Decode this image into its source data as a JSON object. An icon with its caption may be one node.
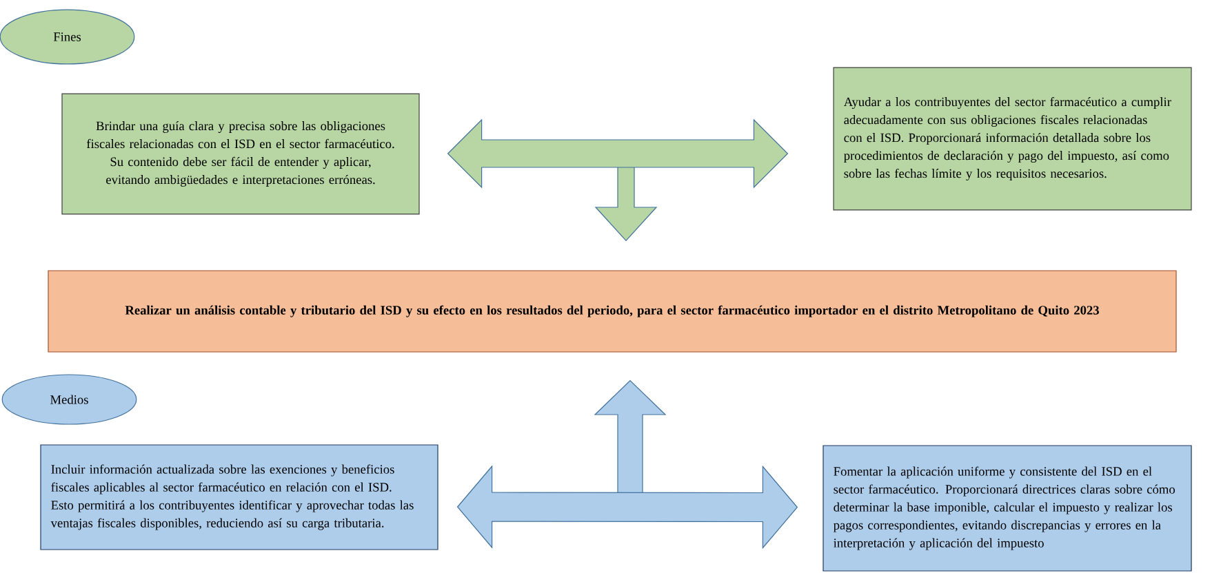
{
  "diagram": {
    "nodes": [
      {
        "text": [
          "Fines"
        ]
      },
      {
        "text": [
          "Brindar una guía clara y precisa sobre las obligaciones fiscales relacionadas con el ISD en el sector farmacéutico. Su contenido debe ser fácil de entender y aplicar, evitando ambigüedades e interpretaciones erróneas."
        ]
      },
      {
        "text": [
          "Ayudar a los contribuyentes del sector farmacéutico a cumplir adecuadamente con sus obligaciones fiscales relacionadas con el ISD. Proporcionará información detallada sobre los procedimientos de declaración y pago del impuesto, así como sobre las fechas límite y los requisitos necesarios."
        ]
      },
      {
        "text": [
          "Realizar un análisis contable y tributario del ISD y su efecto en los resultados del periodo, para el sector farmacéutico importador en el distrito Metropolitano de Quito 2023"
        ]
      },
      {
        "text": [
          "Medios"
        ]
      },
      {
        "text": [
          "Incluir información actualizada sobre las exenciones y beneficios fiscales aplicables al sector farmacéutico en relación con el ISD. Esto permitirá a los contribuyentes identificar y aprovechar todas las ventajas fiscales disponibles, reduciendo así su carga tributaria."
        ]
      },
      {
        "text": [
          "Fomentar la aplicación uniforme y consistente del ISD en el sector farmacéutico. Proporcionará directrices claras sobre cómo determinar la base imponible, calcular el impuesto y realizar los pagos correspondientes, evitando discrepancias y errores en la interpretación y aplicación del impuesto"
        ]
      }
    ],
    "edges": [
      {
        "from": 1,
        "to": 2,
        "arrow": "both",
        "color": "#b7d6a3"
      },
      {
        "from": null,
        "to": 3,
        "arrow": "to",
        "color": "#b7d6a3"
      },
      {
        "from": 5,
        "to": 6,
        "arrow": "both",
        "color": "#aecdeb"
      },
      {
        "from": null,
        "to": 3,
        "arrow": "to",
        "color": "#aecdeb"
      }
    ]
  }
}
